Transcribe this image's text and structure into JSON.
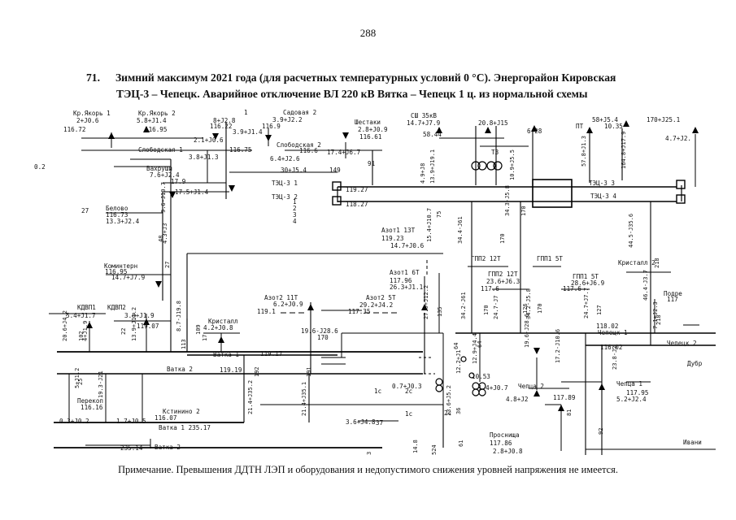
{
  "page": {
    "number": "288",
    "heading_number": "71.",
    "heading_line1": "Зимний максимум 2021 года (для расчетных температурных условий 0 °С). Энергорайон Кировская",
    "heading_line2": "ТЭЦ-3 – Чепецк. Аварийное отключение ВЛ 220 кВ Вятка – Чепецк 1 ц. из нормальной схемы",
    "note": "Примечание. Превышения ДДТН ЛЭП и оборудования и недопустимого снижения уровней напряжения не имеется."
  },
  "diagram": {
    "labels": [
      "Кр.Якорь 1",
      "2+J0.6",
      "116.72",
      "Кр.Якорь 2",
      "5.8+J1.4",
      "116.95",
      "1",
      "8+J2.8",
      "116.22",
      "Садовая 2",
      "3.9+J2.2",
      "116.9",
      "Шестаки",
      "2.8+J0.9",
      "116.61",
      "СШ 35кВ",
      "14.7+J7.9",
      "58.44",
      "20.8+J15",
      "6.28",
      "58+J5.4",
      "10.35",
      "ПТ",
      "170+J25.1",
      "4.7+J2.",
      "3.9+J1.4",
      "2.1+J0.6",
      "Слободская 1",
      "3.8+J1.3",
      "116.75",
      "Слободская 2",
      "116.6",
      "6.4+J2.6",
      "17.4+J6.7",
      "91",
      "Т3",
      "Вахруши",
      "7.6+J2.4",
      "17.9",
      "17.5+J1.4",
      "30+J5.4",
      "149",
      "ТЭЦ-3 1",
      "119.27",
      "ТЭЦ-3 2",
      "118.27",
      "ТЭЦ-3 3",
      "ТЭЦ-3 4",
      "Белово",
      "116.73",
      "13.3+J2.4",
      "Азот1 13Т",
      "119.23",
      "14.7+J0.6",
      "ГПП2 12Т",
      "ГПП1 5Т",
      "Кристалл 2",
      "Коминтерн",
      "116.95",
      "14.7+J7.9",
      "Азот1 6Т",
      "117.96",
      "26.3+J1.1",
      "ГПП2 12Т",
      "23.6+J6.3",
      "117.6",
      "ГПП1 5Т",
      "28.6+J6.9",
      "117.6",
      "Подре",
      "КДВП1",
      "КДВП2",
      "5.4+J1.7",
      "3.8+J1.9",
      "119.07",
      "Азот2 11Т",
      "6.2+J0.9",
      "119.1",
      "Азот2 5Т",
      "29.2+J4.2",
      "117.35",
      "Кристалл",
      "4.2+J0.8",
      "19.6-J28.6",
      "170",
      "Ватка 1",
      "119.17",
      "Ватка 2",
      "119.19",
      "118.02",
      "Чепецк 1",
      "116.02",
      "Чепецк 2",
      "Дубр",
      "0.7+J0.3",
      "10.53",
      "1.4+J0.7",
      "Чепца 2",
      "4.8+J2",
      "117.89",
      "Чепца 1",
      "117.95",
      "5.2+J2.4",
      "Перекоп",
      "116.16",
      "0.3+J0.2",
      "Кстинино 2",
      "1.7+J0.5",
      "116.07",
      "Ватка 1 235.17",
      "3.6+J4.8",
      "37",
      "Проснища",
      "117.86",
      "2.8+J0.8",
      "235.14",
      "Ватка 2",
      "Ивани",
      "1с",
      "2с",
      "1с",
      "2с",
      "1",
      "2",
      "3",
      "4",
      "27",
      "0.2",
      "117"
    ],
    "flows": [
      "4.9+J8",
      "13.9+J19.1",
      "10.9+J5.5",
      "57.8+J1.3",
      "164.8+J17.9",
      "15.4+J10.7",
      "75",
      "34.4-J61",
      "170",
      "34.3-J5.8",
      "170",
      "44.5-J35.6",
      "7.1+J2.3",
      "19.6-J28.6",
      "12.9+J4.4",
      "64",
      "218",
      "9.6-J10.7",
      "48",
      "4.3+J3",
      "27",
      "20.6+J4.2",
      "4+J1.9",
      "13.9+J11.2",
      "8.7-J19.8",
      "17",
      "27.9+J12.2",
      "34.2-J61",
      "24.7-J7",
      "34.2-J5.8",
      "24.7+J7.7",
      "46.4-J3.7",
      "127",
      "218",
      "5+J1.2",
      "19.3-J21",
      "192",
      "21.4+J35.2",
      "191",
      "21.4+J35.1",
      "17.2-J10.6",
      "23.8-J2",
      "13.6+J5.2",
      "36",
      "12.2+J1",
      "14.8",
      "3",
      "92",
      "102",
      "22",
      "113",
      "109",
      "25",
      "126",
      "170",
      "135",
      "170",
      "81",
      "524",
      "64",
      "61"
    ]
  }
}
